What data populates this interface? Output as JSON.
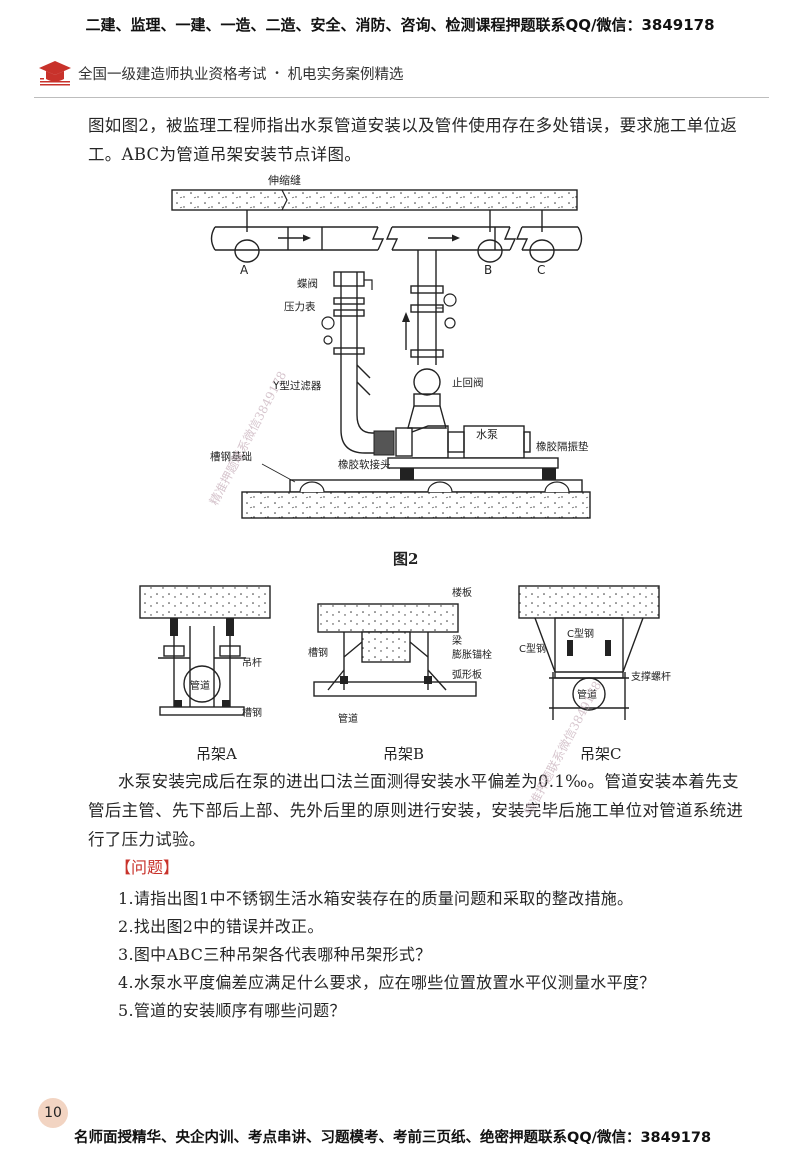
{
  "banner_top": "二建、监理、一建、一造、二造、安全、消防、咨询、检测课程押题联系QQ/微信：3849178",
  "header": {
    "title": "全国一级建造师执业资格考试",
    "separator": "·",
    "subtitle": "机电实务案例精选"
  },
  "intro_line1": "图如图2，被监理工程师指出水泵管道安装以及管件使用存在多处错误，要求施工单位返",
  "intro_line2": "工。ABC为管道吊架安装节点详图。",
  "figure2": {
    "labels": {
      "expansion_joint": "伸缩缝",
      "point_a": "A",
      "point_b": "B",
      "point_c": "C",
      "butterfly_valve": "蝶阀",
      "pressure_gauge": "压力表",
      "y_strainer": "Y型过滤器",
      "check_valve": "止回阀",
      "pump": "水泵",
      "rubber_pad": "橡胶隔振垫",
      "concrete_base": "槽钢基础",
      "rubber_joint": "橡胶软接头"
    },
    "caption": "图2"
  },
  "hangers": {
    "a": {
      "labels": {
        "rod": "吊杆",
        "pipe": "管道",
        "channel": "槽钢"
      },
      "caption": "吊架A"
    },
    "b": {
      "labels": {
        "slab": "楼板",
        "beam": "梁",
        "anchor": "膨胀锚栓",
        "channel": "槽钢",
        "arc_plate": "弧形板",
        "pipe": "管道"
      },
      "caption": "吊架B"
    },
    "c": {
      "labels": {
        "c_steel_1": "C型钢",
        "c_steel_2": "C型钢",
        "pipe": "管道",
        "support_rod": "支撑螺杆"
      },
      "caption": "吊架C"
    }
  },
  "body_line1": "水泵安装完成后在泵的进出口法兰面测得安装水平偏差为0.1‰。管道安装本着先支",
  "body_line2": "管后主管、先下部后上部、先外后里的原则进行安装，安装完毕后施工单位对管道系统进",
  "body_line3": "行了压力试验。",
  "questions_title": "【问题】",
  "questions": [
    "1.请指出图1中不锈钢生活水箱安装存在的质量问题和采取的整改措施。",
    "2.找出图2中的错误并改正。",
    "3.图中ABC三种吊架各代表哪种吊架形式？",
    "4.水泵水平度偏差应满足什么要求，应在哪些位置放置水平仪测量水平度？",
    "5.管道的安装顺序有哪些问题？"
  ],
  "watermarks": [
    "精准押题联系微信3849178",
    "精准押题联系微信3849178"
  ],
  "page_number": "10",
  "banner_bottom": "名师面授精华、央企内训、考点串讲、习题模考、考前三页纸、绝密押题联系QQ/微信：3849178",
  "colors": {
    "question_title": "#c8322b",
    "page_badge": "#f2d4c2",
    "logo": "#c8322b"
  }
}
